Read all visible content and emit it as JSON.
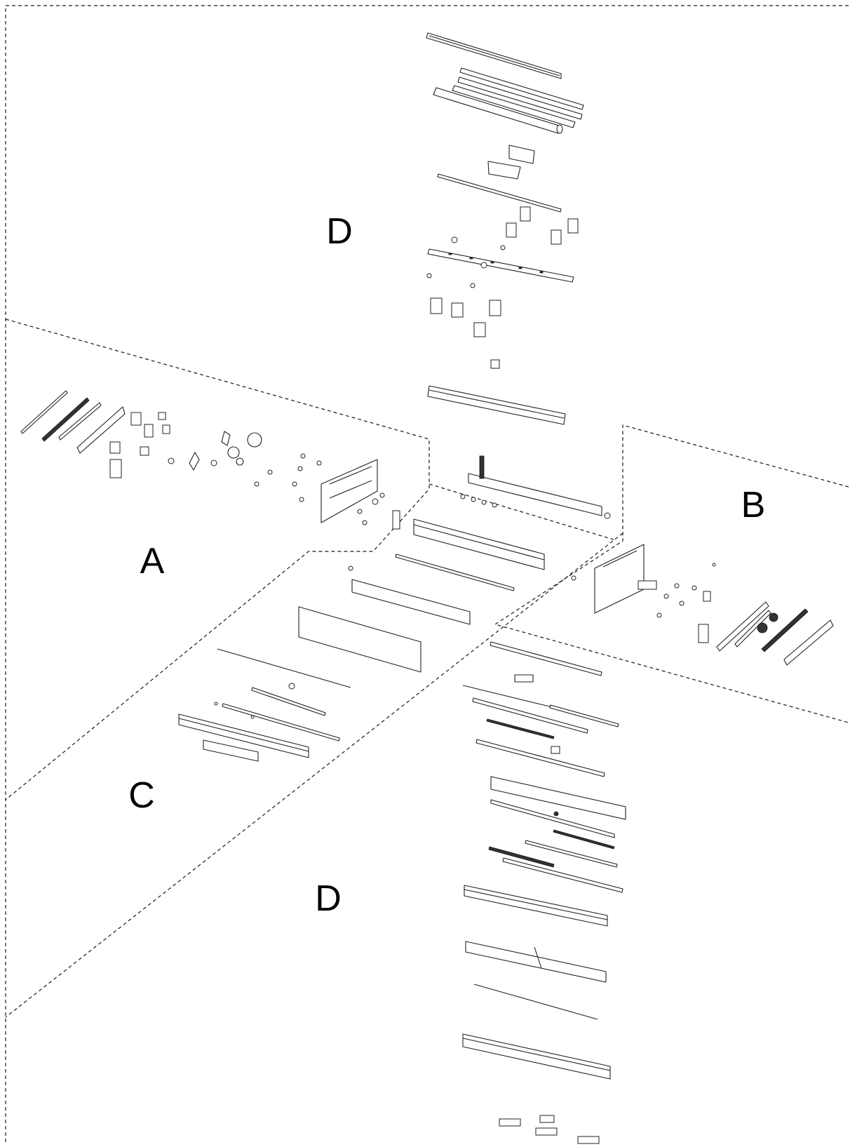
{
  "diagram": {
    "zone_labels": {
      "d_top": "D",
      "a": "A",
      "b": "B",
      "c": "C",
      "d_bottom": "D"
    },
    "colors": {
      "line": "#222222",
      "boundary": "#1a1a1a",
      "background": "#ffffff"
    }
  }
}
